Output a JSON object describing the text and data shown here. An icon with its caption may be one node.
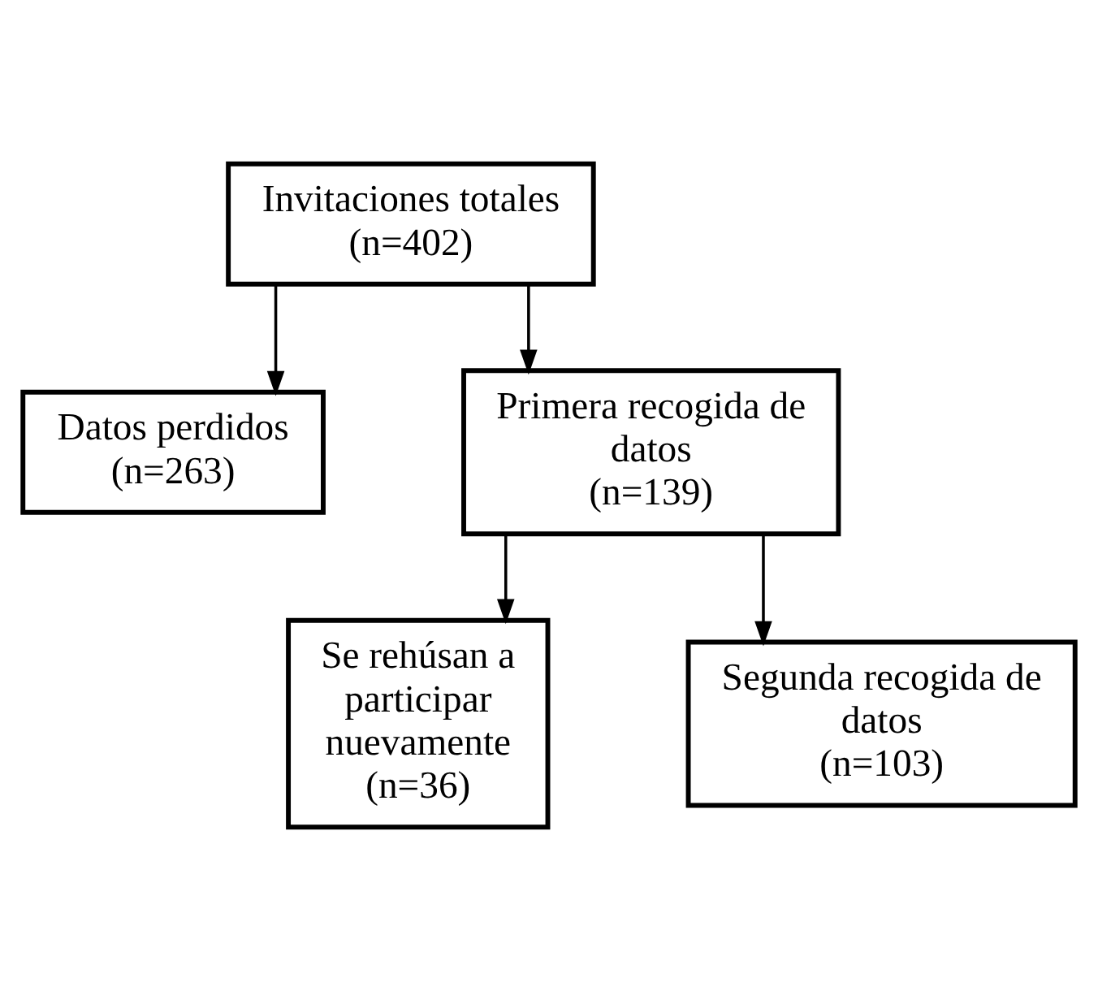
{
  "diagram": {
    "nodes": [
      {
        "text": [
          "Invitaciones totales",
          "(n=402)"
        ]
      },
      {
        "text": [
          "Datos perdidos",
          "(n=263)"
        ]
      },
      {
        "text": [
          "Primera recogida de datos",
          "(n=139)"
        ]
      },
      {
        "text": [
          "Se rehúsan a participar nuevamente",
          "(n=36)"
        ]
      },
      {
        "text": [
          "Segunda recogida de datos",
          "(n=103)"
        ]
      }
    ],
    "edges": [
      {
        "from": 0,
        "to": 2,
        "arrow": "to"
      },
      {
        "from": 0,
        "to": 1,
        "arrow": "to"
      },
      {
        "from": 2,
        "to": 4,
        "arrow": "to"
      },
      {
        "from": 2,
        "to": 3,
        "arrow": "to"
      }
    ]
  }
}
